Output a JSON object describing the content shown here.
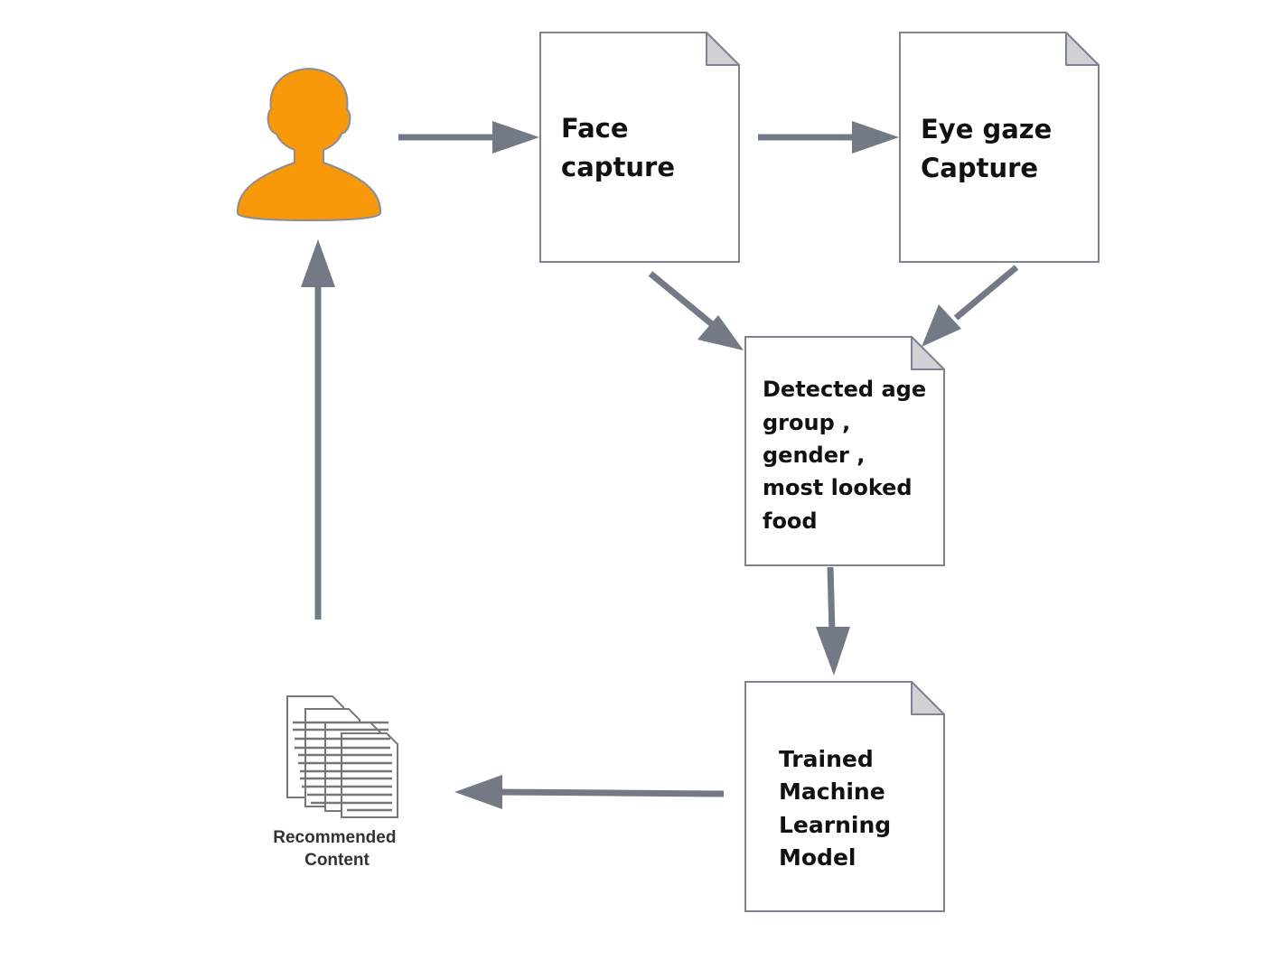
{
  "colors": {
    "arrow": "#737985",
    "doc_border": "#7d8390",
    "doc_fold": "#cfd1d5",
    "person": "#f7990b",
    "person_outline": "#8a8d96"
  },
  "nodes": {
    "user": {
      "icon": "person-icon"
    },
    "face_capture": {
      "lines": [
        "Face",
        "capture"
      ]
    },
    "eye_gaze": {
      "lines": [
        "Eye gaze",
        "Capture"
      ]
    },
    "detected": {
      "lines": [
        "Detected age",
        "group ,",
        "gender ,",
        "most looked",
        "food"
      ]
    },
    "model": {
      "lines": [
        "Trained",
        "Machine",
        "Learning",
        "Model"
      ]
    },
    "recommended": {
      "icon": "documents-icon",
      "caption": [
        "Recommended",
        "Content"
      ]
    }
  }
}
